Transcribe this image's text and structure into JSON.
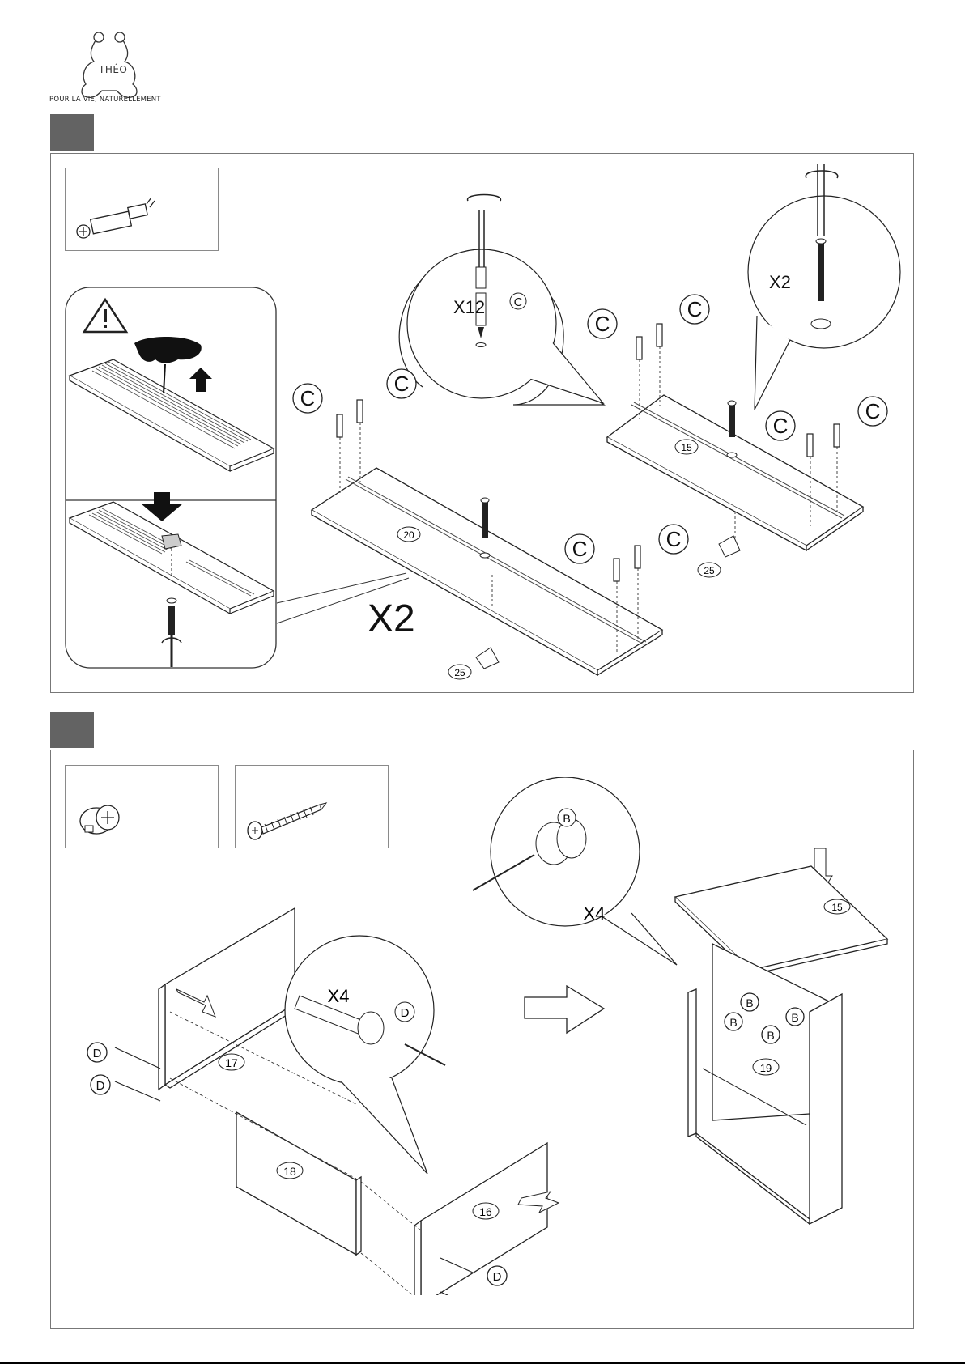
{
  "brand": {
    "logo_text": "THÉO",
    "tagline": "POUR LA VIE, NATURELLEMENT"
  },
  "step1": {
    "detail_cam_qty": "X12",
    "detail_cam_part": "C",
    "detail_screw_qty": "X2",
    "board_qty": "X2",
    "panel_left_number": "20",
    "panel_right_number": "15",
    "foot_number": "25",
    "cam_pin_label": "C"
  },
  "step2": {
    "cam_lock_detail_qty": "X4",
    "cam_lock_part": "B",
    "screw_detail_qty": "X4",
    "screw_part": "D",
    "panels": {
      "p15": "15",
      "p16": "16",
      "p17": "17",
      "p18": "18",
      "p19": "19"
    }
  },
  "icons": {
    "warning": "warning-triangle-icon",
    "screwdriver": "screwdriver-icon",
    "arrow": "direction-arrow-icon"
  },
  "colors": {
    "step_badge": "#636363",
    "line": "#1a1a1a",
    "frame": "#777777"
  }
}
